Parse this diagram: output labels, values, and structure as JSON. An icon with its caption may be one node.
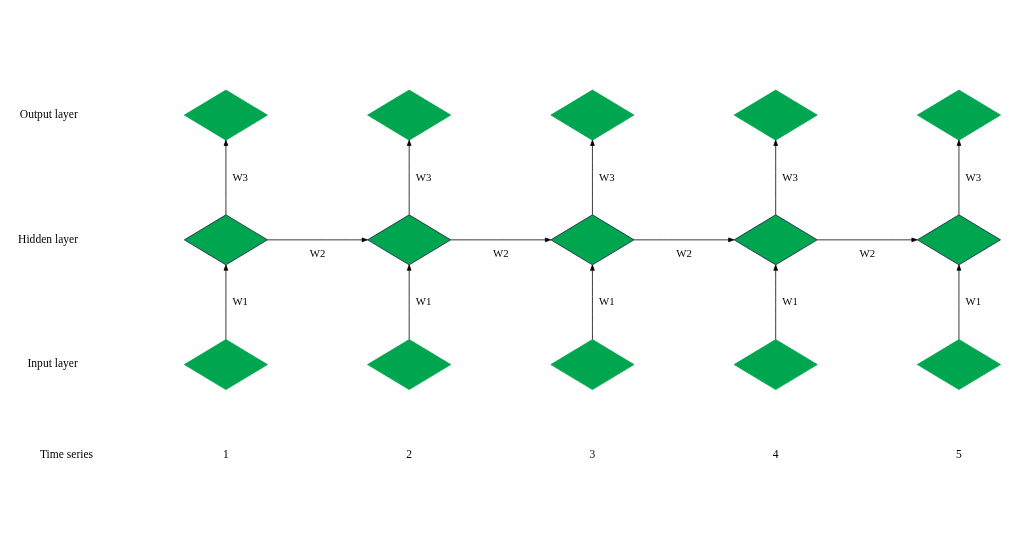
{
  "diagram": {
    "nodes": [
      {
        "text": [],
        "shape": "diamond"
      },
      {
        "text": [],
        "shape": "diamond"
      },
      {
        "text": [],
        "shape": "diamond"
      },
      {
        "text": [],
        "shape": "diamond"
      },
      {
        "text": [],
        "shape": "diamond"
      },
      {
        "text": [],
        "shape": "diamond"
      },
      {
        "text": [],
        "shape": "diamond"
      },
      {
        "text": [],
        "shape": "diamond"
      },
      {
        "text": [],
        "shape": "diamond"
      },
      {
        "text": [],
        "shape": "diamond"
      },
      {
        "text": [],
        "shape": "diamond"
      },
      {
        "text": [],
        "shape": "diamond"
      },
      {
        "text": [],
        "shape": "diamond"
      },
      {
        "text": [],
        "shape": "diamond"
      },
      {
        "text": [],
        "shape": "diamond"
      }
    ],
    "edges": [
      {
        "from": 10,
        "to": 5,
        "arrow": "to",
        "label": "W1"
      },
      {
        "from": 11,
        "to": 6,
        "arrow": "to",
        "label": "W1"
      },
      {
        "from": 12,
        "to": 7,
        "arrow": "to",
        "label": "W1"
      },
      {
        "from": 13,
        "to": 8,
        "arrow": "to",
        "label": "W1"
      },
      {
        "from": 14,
        "to": 9,
        "arrow": "to",
        "label": "W1"
      },
      {
        "from": 5,
        "to": 0,
        "arrow": "to",
        "label": "W3"
      },
      {
        "from": 6,
        "to": 1,
        "arrow": "to",
        "label": "W3"
      },
      {
        "from": 7,
        "to": 2,
        "arrow": "to",
        "label": "W3"
      },
      {
        "from": 8,
        "to": 3,
        "arrow": "to",
        "label": "W3"
      },
      {
        "from": 9,
        "to": 4,
        "arrow": "to",
        "label": "W3"
      },
      {
        "from": 5,
        "to": 6,
        "arrow": "to",
        "label": "W2"
      },
      {
        "from": 6,
        "to": 7,
        "arrow": "to",
        "label": "W2"
      },
      {
        "from": 7,
        "to": 8,
        "arrow": "to",
        "label": "W2"
      },
      {
        "from": 8,
        "to": 9,
        "arrow": "to",
        "label": "W2"
      }
    ],
    "labels": [
      "Output layer",
      "Hidden layer",
      "Input layer",
      "Time series",
      "1",
      "2",
      "3",
      "4",
      "5"
    ]
  }
}
